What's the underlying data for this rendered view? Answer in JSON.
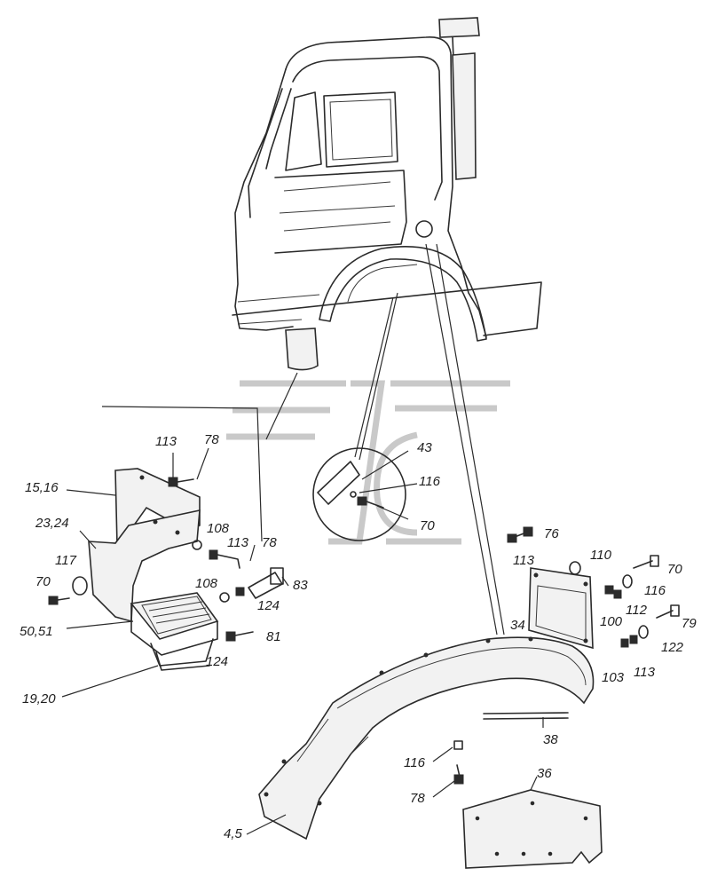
{
  "colors": {
    "ink": "#2b2b2b",
    "background": "#ffffff",
    "watermark": "#c9c9c9"
  },
  "labels": {
    "l113a": "113",
    "l78a": "78",
    "l15_16": "15,16",
    "l23_24": "23,24",
    "l108a": "108",
    "l113b": "113",
    "l78b": "78",
    "l117": "117",
    "l70a": "70",
    "l108b": "108",
    "l83": "83",
    "l124a": "124",
    "l81": "81",
    "l124b": "124",
    "l50_51": "50,51",
    "l19_20": "19,20",
    "l43": "43",
    "l116a": "116",
    "l70b": "70",
    "l76": "76",
    "l113c": "113",
    "l110": "110",
    "l70c": "70",
    "l116b": "116",
    "l112": "112",
    "l100": "100",
    "l79": "79",
    "l34": "34",
    "l122": "122",
    "l103": "103",
    "l113d": "113",
    "l38": "38",
    "l116c": "116",
    "l78c": "78",
    "l36": "36",
    "l4_5": "4,5"
  }
}
